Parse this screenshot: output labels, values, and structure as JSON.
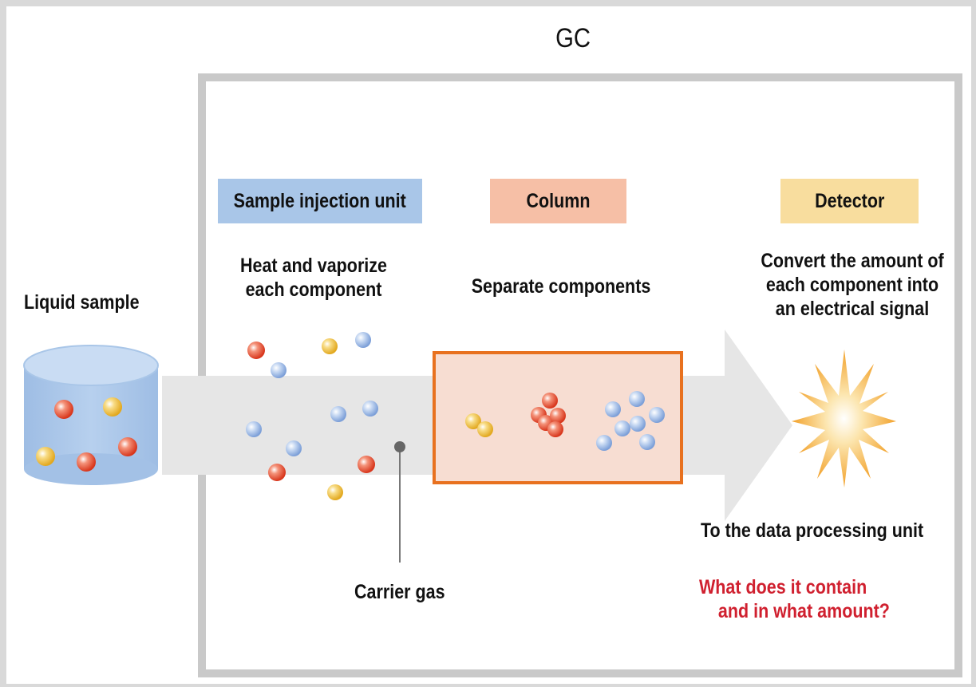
{
  "title": "GC",
  "liquid_sample_label": "Liquid sample",
  "units": {
    "injection": {
      "label": "Sample injection unit",
      "description": "Heat and vaporize\neach component",
      "color": "#a9c6e8"
    },
    "column": {
      "label": "Column",
      "description": "Separate components",
      "color": "#f6bfa6"
    },
    "detector": {
      "label": "Detector",
      "description": "Convert the amount of\neach component into\nan electrical signal",
      "color": "#f8dd9e"
    }
  },
  "carrier_gas_label": "Carrier gas",
  "data_processing_label": "To the data processing unit",
  "question": "What does it contain\n    and in what amount?",
  "colors": {
    "frame": "#c9c9c9",
    "flow": "#e6e6e6",
    "column_border": "#e8711f",
    "column_fill": "#f7ddd2",
    "cylinder": "#a9c6e8",
    "question": "#d0202f",
    "red_molecule": "#e04a2e",
    "yellow_molecule": "#e8b832",
    "blue_molecule": "#8eb0e0"
  }
}
